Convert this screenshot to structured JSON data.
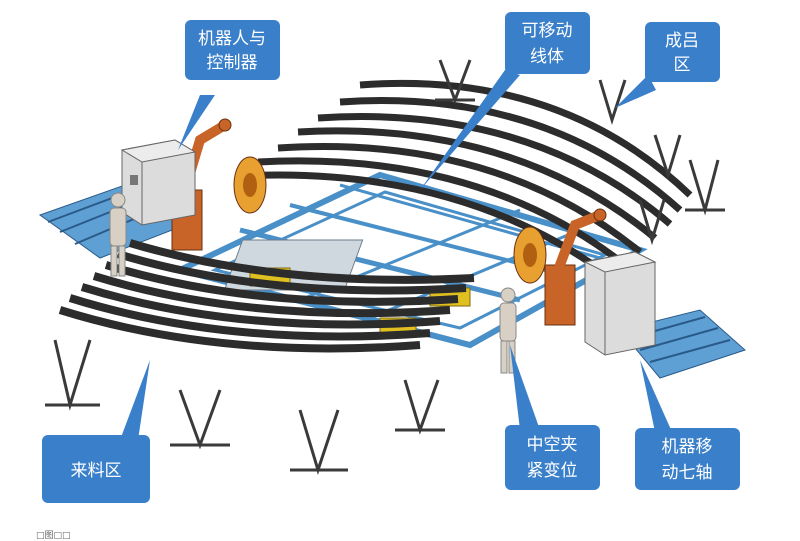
{
  "callouts": {
    "robot_controller": {
      "line1": "机器人与",
      "line2": "控制器"
    },
    "movable_line": {
      "line1": "可移动",
      "line2": "线体"
    },
    "forming_zone": {
      "line1": "成吕",
      "line2": "区"
    },
    "feeding_zone": {
      "line1": "来料区"
    },
    "hollow_clamp": {
      "line1": "中空夹",
      "line2": "紧变位"
    },
    "robot_axis": {
      "line1": "机器移",
      "line2": "动七轴"
    }
  },
  "footnote": "□图□□",
  "colors": {
    "callout": "#3a7fc9",
    "frame_blue": "#4a90c8",
    "rail": "#2c2c2c",
    "robot": "#c86428",
    "stand": "#3a3a3a",
    "cabinet": "#dcdcdc",
    "yellow": "#e0c020"
  }
}
